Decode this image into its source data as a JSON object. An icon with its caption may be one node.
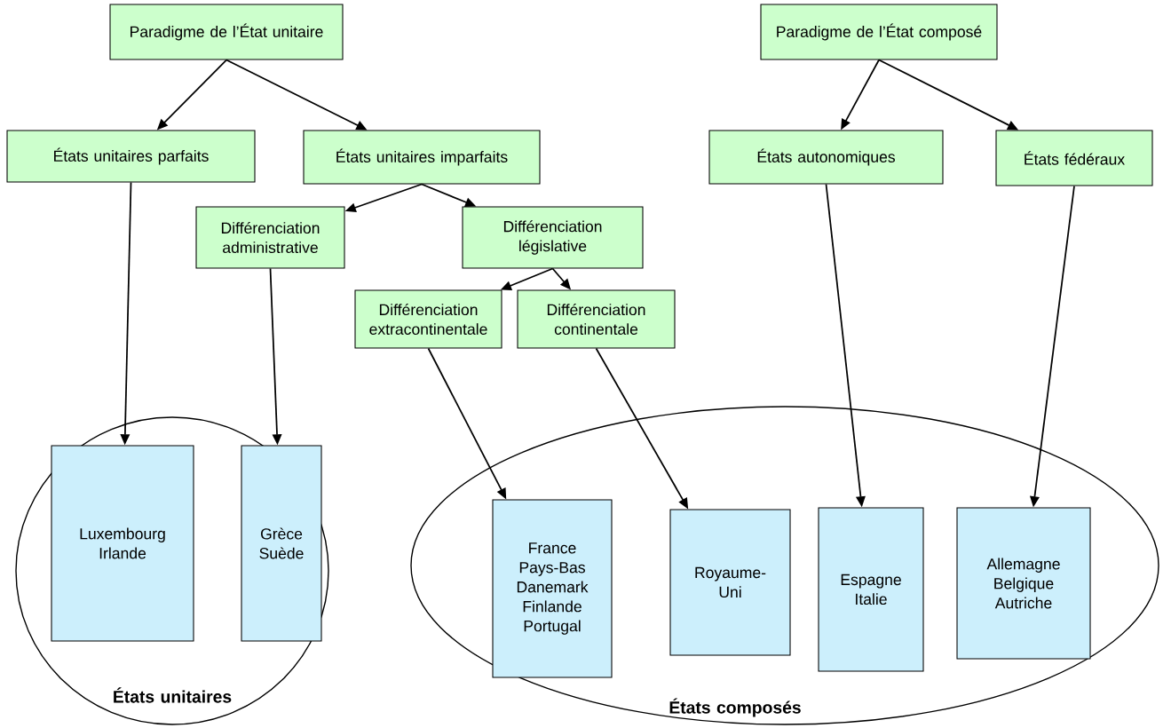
{
  "diagram": {
    "nodes": [
      {
        "text": [
          "Paradigme de l’État unitaire"
        ]
      },
      {
        "text": [
          "États unitaires parfaits"
        ]
      },
      {
        "text": [
          "États unitaires imparfaits"
        ]
      },
      {
        "text": [
          "Différenciation administrative"
        ]
      },
      {
        "text": [
          "Différenciation législative"
        ]
      },
      {
        "text": [
          "Différenciation extracontinentale"
        ]
      },
      {
        "text": [
          "Différenciation continentale"
        ]
      },
      {
        "text": [
          "États unitaires"
        ]
      },
      {
        "text": [
          "Luxembourg Irlande"
        ],
        "in": 7
      },
      {
        "text": [
          "Grèce Suède"
        ],
        "in": 7
      },
      {
        "text": [
          "États composés"
        ]
      },
      {
        "text": [
          "France Pays-Bas Danemark Finlande Portugal"
        ],
        "in": 10
      },
      {
        "text": [
          "Royaume-Uni"
        ],
        "in": 10
      },
      {
        "text": [
          "Espagne Italie"
        ],
        "in": 10
      },
      {
        "text": [
          "Allemagne Belgique Autriche"
        ],
        "in": 10
      },
      {
        "text": [
          "Paradigme de l’État composé"
        ]
      },
      {
        "text": [
          "États autonomiques"
        ]
      },
      {
        "text": [
          "États fédéraux"
        ]
      }
    ],
    "edges": [
      {
        "from": 0,
        "to": 1,
        "arrow": "to"
      },
      {
        "from": 0,
        "to": 2,
        "arrow": "to"
      },
      {
        "from": 2,
        "to": 3,
        "arrow": "to"
      },
      {
        "from": 2,
        "to": 4,
        "arrow": "to"
      },
      {
        "from": 4,
        "to": 5,
        "arrow": "to"
      },
      {
        "from": 4,
        "to": 6,
        "arrow": "to"
      },
      {
        "from": 1,
        "to": 8,
        "arrow": "to"
      },
      {
        "from": 3,
        "to": 9,
        "arrow": "to"
      },
      {
        "from": 5,
        "to": 11,
        "arrow": "to"
      },
      {
        "from": 6,
        "to": 12,
        "arrow": "to"
      },
      {
        "from": 15,
        "to": 16,
        "arrow": "to"
      },
      {
        "from": 15,
        "to": 17,
        "arrow": "to"
      },
      {
        "from": 16,
        "to": 13,
        "arrow": "to"
      },
      {
        "from": 17,
        "to": 14,
        "arrow": "to"
      }
    ]
  }
}
